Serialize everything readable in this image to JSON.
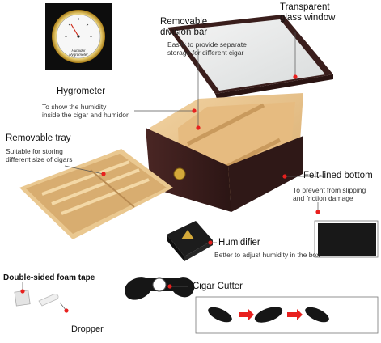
{
  "labels": {
    "hygrometer": {
      "title": "Hygrometer",
      "desc_line1": "To show the humidity",
      "desc_line2": "inside the cigar and humidor",
      "face_text_line1": "Humidor",
      "face_text_line2": "Hygrometer"
    },
    "division_bar": {
      "title_line1": "Removable",
      "title_line2": "division bar",
      "desc_line1": "Easily to provide separate",
      "desc_line2": "storage for different cigar"
    },
    "glass_window": {
      "title_line1": "Transparent",
      "title_line2": "glass window"
    },
    "tray": {
      "title": "Removable tray",
      "desc_line1": "Suitable for storing",
      "desc_line2": "different size of cigars"
    },
    "felt": {
      "title": "Felt-lined bottom",
      "desc_line1": "To prevent from slipping",
      "desc_line2": "and friction damage"
    },
    "humidifier": {
      "title": "Humidifier",
      "desc": "Better to adjust humidity in the box"
    },
    "foam_tape": {
      "title": "Double-sided foam tape"
    },
    "cutter": {
      "title": "Cigar Cutter"
    },
    "dropper": {
      "title": "Dropper"
    }
  },
  "colors": {
    "accent": "#e8201e",
    "wood_dark": "#3a1e1c",
    "wood_light": "#e9c48c",
    "gold": "#d4a93a"
  },
  "icons": [
    "hygrometer-gauge-icon",
    "arrow-right-icon",
    "cigar-cutter-icon",
    "humidifier-icon"
  ]
}
